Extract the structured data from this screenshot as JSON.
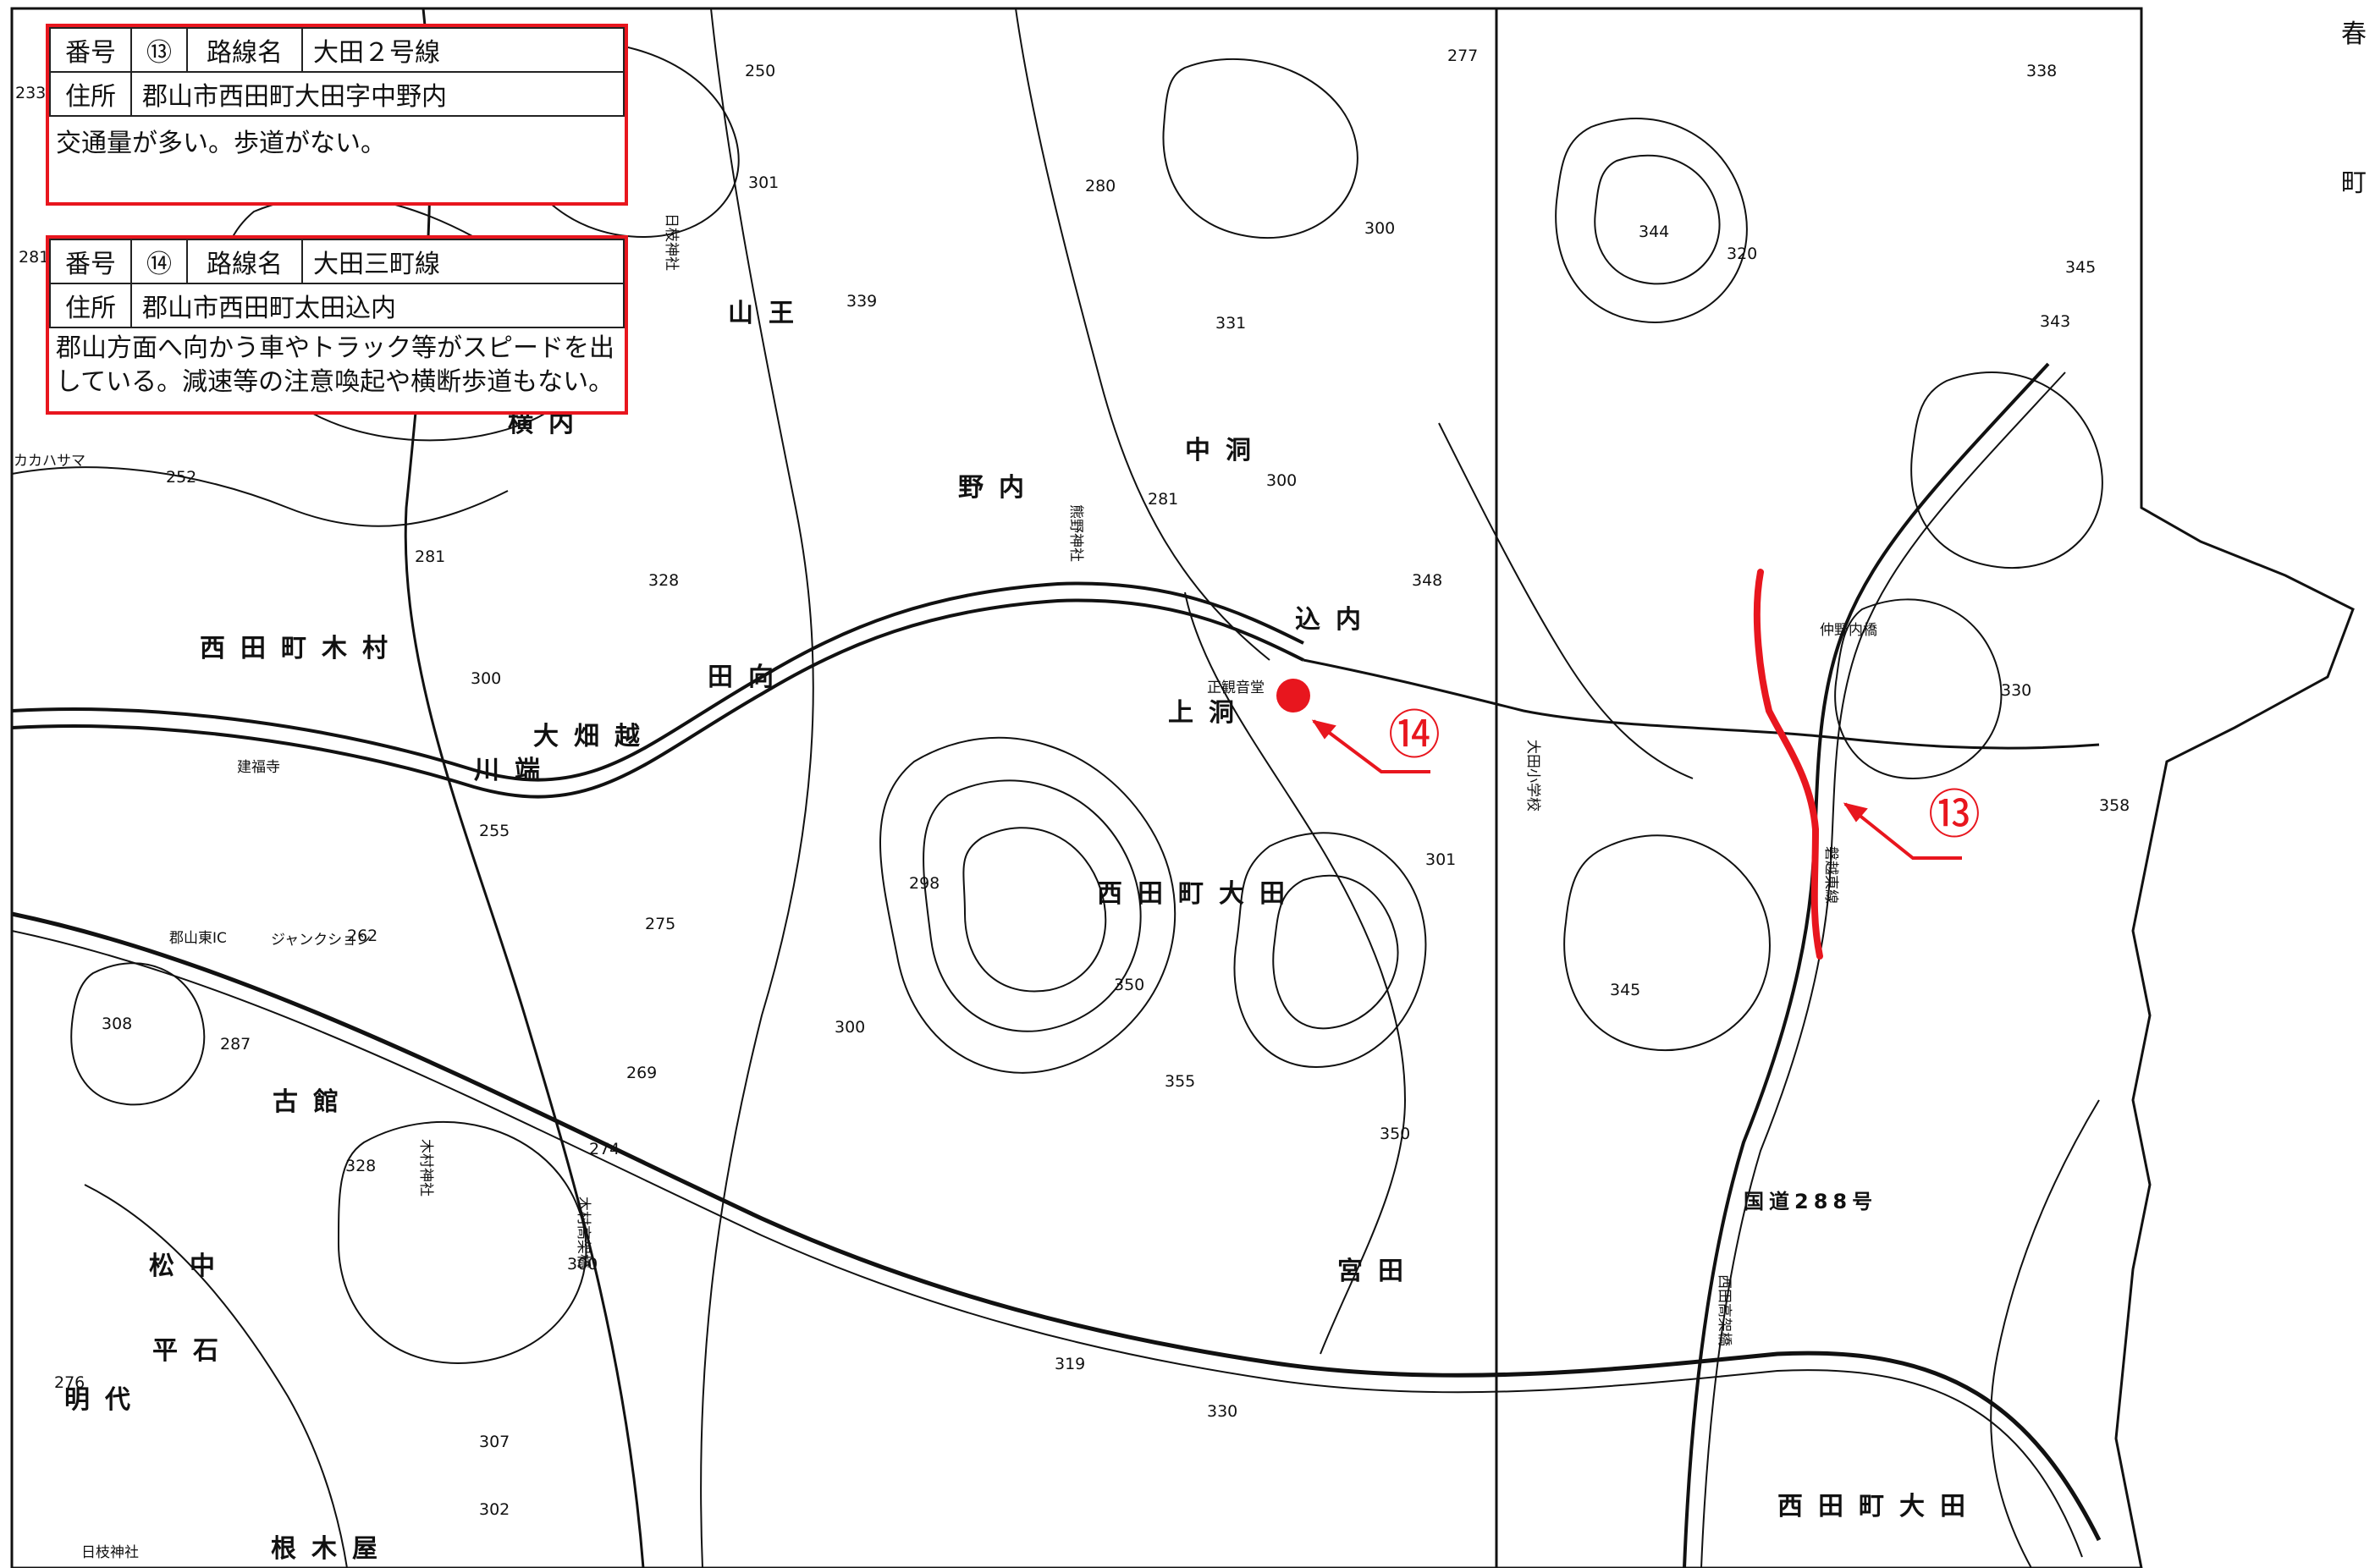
{
  "boxes": [
    {
      "number_label": "番号",
      "number": "⑬",
      "route_label": "路線名",
      "route": "大田２号線",
      "address_label": "住所",
      "address": "郡山市西田町大田字中野内",
      "description": "交通量が多い。歩道がない。"
    },
    {
      "number_label": "番号",
      "number": "⑭",
      "route_label": "路線名",
      "route": "大田三町線",
      "address_label": "住所",
      "address": "郡山市西田町太田込内",
      "description": "郡山方面へ向かう車やトラック等がスピードを出している。減速等の注意喚起や横断歩道もない。"
    }
  ],
  "markers": {
    "m13": "⑬",
    "m14": "⑭"
  },
  "places": [
    "西田町木村",
    "西田町大田",
    "野内",
    "中洞",
    "上洞",
    "込内",
    "田向",
    "大畑越",
    "川端",
    "古館",
    "松中",
    "平石",
    "明代",
    "根木屋",
    "宮田",
    "西田町大田",
    "国道288号",
    "磐越東線",
    "仲野内橋",
    "正観音堂",
    "建福寺",
    "熊野神社",
    "日枝神社",
    "木村神社",
    "木村高架橋",
    "西田高架橋",
    "大田小学校",
    "郡山東IC",
    "ジャンクション",
    "山王",
    "横内",
    "カカハサマ",
    "日枝神社"
  ],
  "elevations": [
    "250",
    "277",
    "338",
    "301",
    "280",
    "300",
    "344",
    "345",
    "343",
    "331",
    "339",
    "320",
    "281",
    "300",
    "348",
    "330",
    "358",
    "252",
    "281",
    "328",
    "300",
    "255",
    "262",
    "275",
    "298",
    "350",
    "345",
    "300",
    "308",
    "287",
    "328",
    "269",
    "274",
    "355",
    "350",
    "319",
    "330",
    "307",
    "302",
    "276",
    "300",
    "233",
    "281",
    "301"
  ],
  "edge_labels": [
    "春",
    "町"
  ],
  "colors": {
    "accent": "#e8161e",
    "ink": "#111111"
  }
}
